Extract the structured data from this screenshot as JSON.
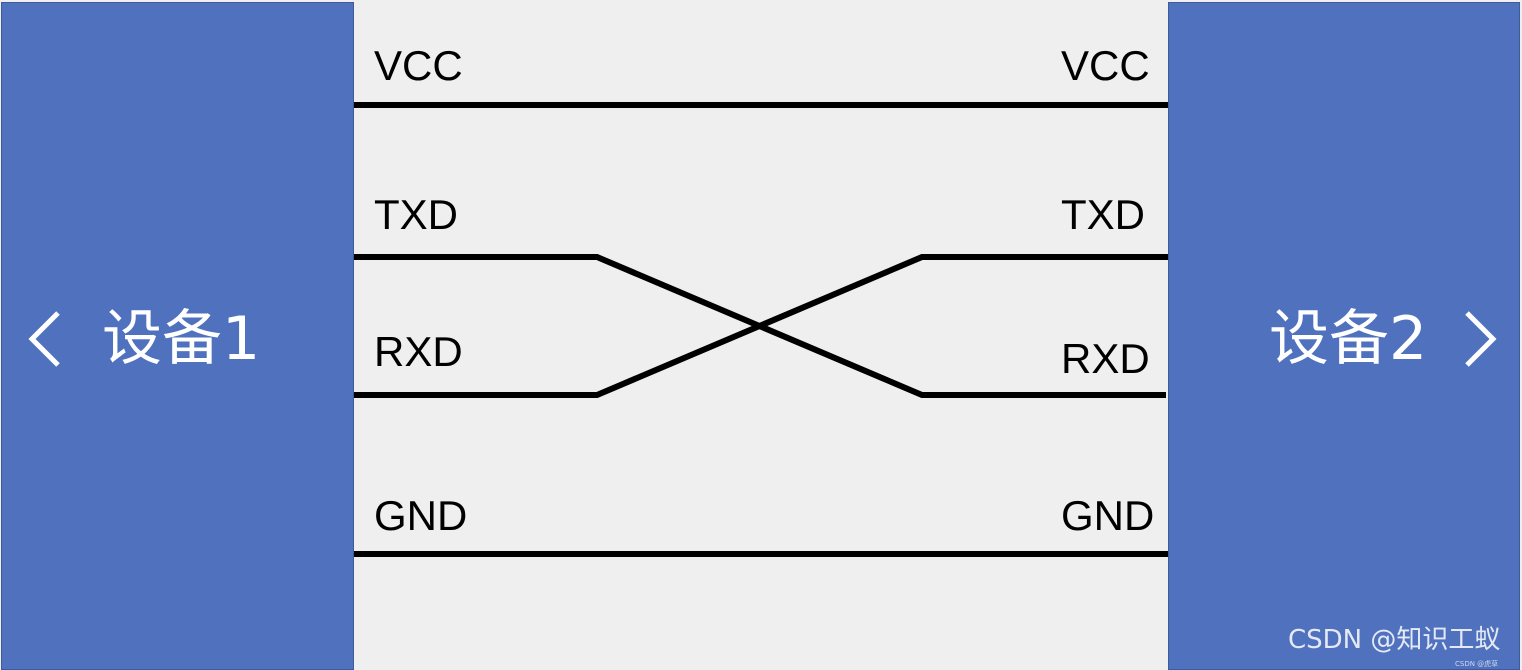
{
  "device_left": {
    "label": "设备1",
    "arrow_icon": "chevron-left-icon"
  },
  "device_right": {
    "label": "设备2",
    "arrow_icon": "chevron-right-icon"
  },
  "signals": {
    "left": {
      "vcc": "VCC",
      "txd": "TXD",
      "rxd": "RXD",
      "gnd": "GND"
    },
    "right": {
      "vcc": "VCC",
      "txd": "TXD",
      "rxd": "RXD",
      "gnd": "GND"
    }
  },
  "connections": [
    {
      "from": "VCC",
      "to": "VCC",
      "crossed": false
    },
    {
      "from": "TXD",
      "to": "RXD",
      "crossed": true
    },
    {
      "from": "RXD",
      "to": "TXD",
      "crossed": true
    },
    {
      "from": "GND",
      "to": "GND",
      "crossed": false
    }
  ],
  "watermark": {
    "text": "CSDN @知识工蚁",
    "sub": "CSDN @虎草"
  },
  "colors": {
    "device_fill": "#4f71be",
    "background": "#efefef",
    "wire": "#000000",
    "device_text": "#ffffff"
  }
}
